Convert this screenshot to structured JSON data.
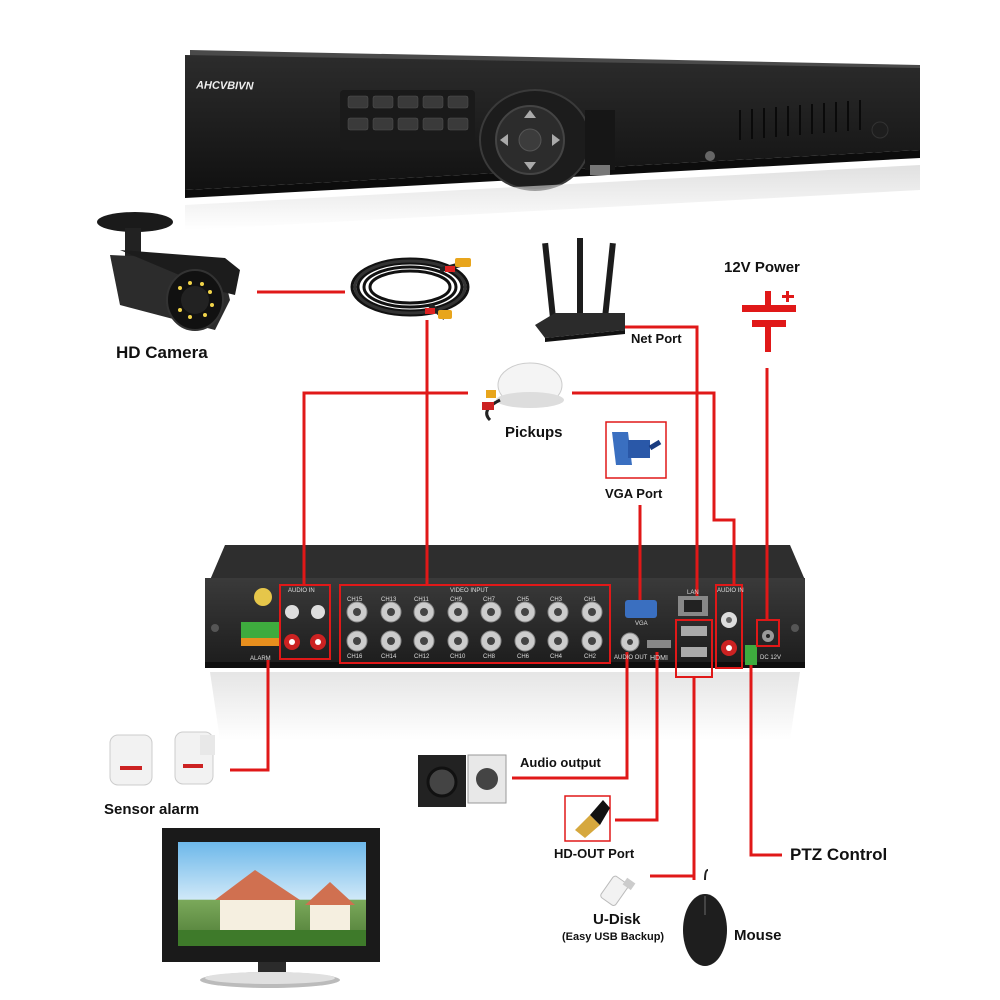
{
  "brand": {
    "logo_text": "AHCVBIVN"
  },
  "devices": {
    "camera": "HD Camera",
    "pickups": "Pickups",
    "vga_port": "VGA Port",
    "net_port": "Net Port",
    "power": "12V Power",
    "sensor_alarm": "Sensor alarm",
    "audio_output": "Audio output",
    "hdout_port": "HD-OUT Port",
    "udisk": "U-Disk",
    "udisk_note": "(Easy USB Backup)",
    "mouse": "Mouse",
    "ptz": "PTZ Control"
  },
  "rear_panel": {
    "audio_in_left": "AUDIO IN",
    "video_input": "VIDEO INPUT",
    "audio_in_right": "AUDIO IN",
    "lan": "LAN",
    "vga": "VGA",
    "audio_out": "AUDIO OUT",
    "hdmi": "HDMI",
    "dc12v": "DC 12V",
    "alarm": "ALARM",
    "ch_top": [
      "CH15",
      "CH13",
      "CH11",
      "CH9",
      "CH7",
      "CH5",
      "CH3",
      "CH1"
    ],
    "ch_bottom": [
      "CH16",
      "CH14",
      "CH12",
      "CH10",
      "CH8",
      "CH6",
      "CH4",
      "CH2"
    ]
  },
  "colors": {
    "wire": "#e01818",
    "device": "#2a2a2a"
  }
}
